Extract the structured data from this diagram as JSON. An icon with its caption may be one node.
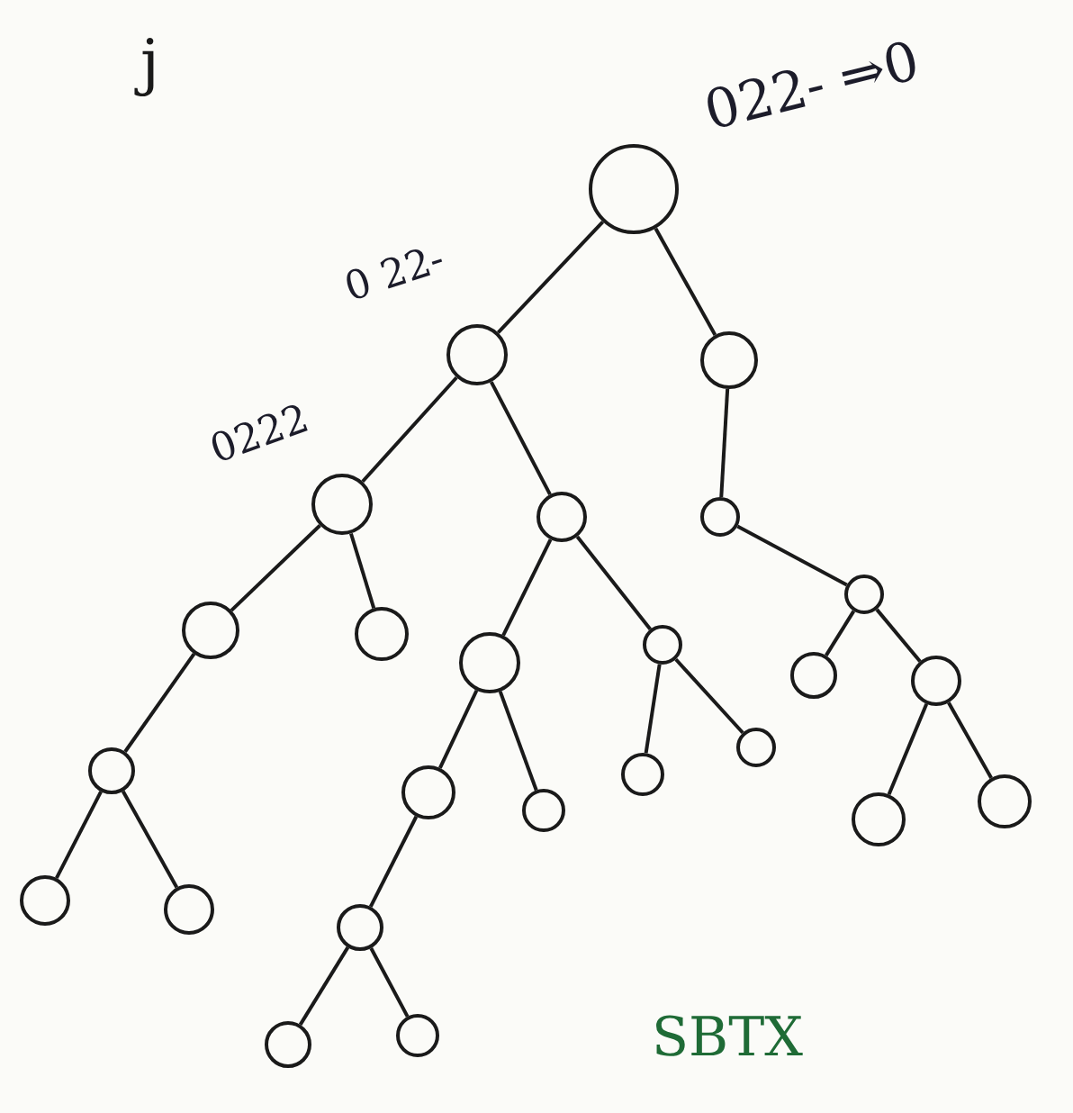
{
  "diagram": {
    "nodes": [
      {
        "text": [],
        "shape": "circle",
        "beside": [
          "022- ⇒0"
        ]
      },
      {
        "text": [],
        "shape": "circle",
        "beside": [
          "0 22-"
        ]
      },
      {
        "text": [],
        "shape": "circle"
      },
      {
        "text": [],
        "shape": "circle",
        "beside": [
          "0222"
        ]
      },
      {
        "text": [],
        "shape": "circle"
      },
      {
        "text": [],
        "shape": "circle"
      },
      {
        "text": [],
        "shape": "circle"
      },
      {
        "text": [],
        "shape": "circle"
      },
      {
        "text": [],
        "shape": "circle"
      },
      {
        "text": [],
        "shape": "circle"
      },
      {
        "text": [],
        "shape": "circle"
      },
      {
        "text": [],
        "shape": "circle"
      },
      {
        "text": [],
        "shape": "circle"
      },
      {
        "text": [],
        "shape": "circle"
      },
      {
        "text": [],
        "shape": "circle"
      },
      {
        "text": [],
        "shape": "circle"
      },
      {
        "text": [],
        "shape": "circle"
      },
      {
        "text": [],
        "shape": "circle"
      },
      {
        "text": [],
        "shape": "circle"
      },
      {
        "text": [],
        "shape": "circle"
      },
      {
        "text": [],
        "shape": "circle"
      },
      {
        "text": [],
        "shape": "circle"
      },
      {
        "text": [],
        "shape": "circle"
      },
      {
        "text": [],
        "shape": "circle"
      },
      {
        "text": [],
        "shape": "circle"
      }
    ],
    "edges": [
      {
        "from": 0,
        "to": 1,
        "arrow": "none"
      },
      {
        "from": 0,
        "to": 2,
        "arrow": "none"
      },
      {
        "from": 1,
        "to": 3,
        "arrow": "none"
      },
      {
        "from": 1,
        "to": 4,
        "arrow": "none"
      },
      {
        "from": 2,
        "to": 5,
        "arrow": "none"
      },
      {
        "from": 3,
        "to": 6,
        "arrow": "none"
      },
      {
        "from": 3,
        "to": 7,
        "arrow": "none"
      },
      {
        "from": 4,
        "to": 8,
        "arrow": "none"
      },
      {
        "from": 4,
        "to": 9,
        "arrow": "none"
      },
      {
        "from": 5,
        "to": 10,
        "arrow": "none"
      },
      {
        "from": 6,
        "to": 11,
        "arrow": "none"
      },
      {
        "from": 8,
        "to": 12,
        "arrow": "none"
      },
      {
        "from": 8,
        "to": 13,
        "arrow": "none"
      },
      {
        "from": 9,
        "to": 14,
        "arrow": "none"
      },
      {
        "from": 9,
        "to": 15,
        "arrow": "none"
      },
      {
        "from": 10,
        "to": 16,
        "arrow": "none"
      },
      {
        "from": 10,
        "to": 17,
        "arrow": "none"
      },
      {
        "from": 11,
        "to": 18,
        "arrow": "none"
      },
      {
        "from": 11,
        "to": 19,
        "arrow": "none"
      },
      {
        "from": 12,
        "to": 20,
        "arrow": "none"
      },
      {
        "from": 17,
        "to": 21,
        "arrow": "none"
      },
      {
        "from": 17,
        "to": 22,
        "arrow": "none"
      },
      {
        "from": 20,
        "to": 23,
        "arrow": "none"
      },
      {
        "from": 20,
        "to": 24,
        "arrow": "none"
      }
    ],
    "labels": [
      "j",
      "SBTX"
    ]
  }
}
